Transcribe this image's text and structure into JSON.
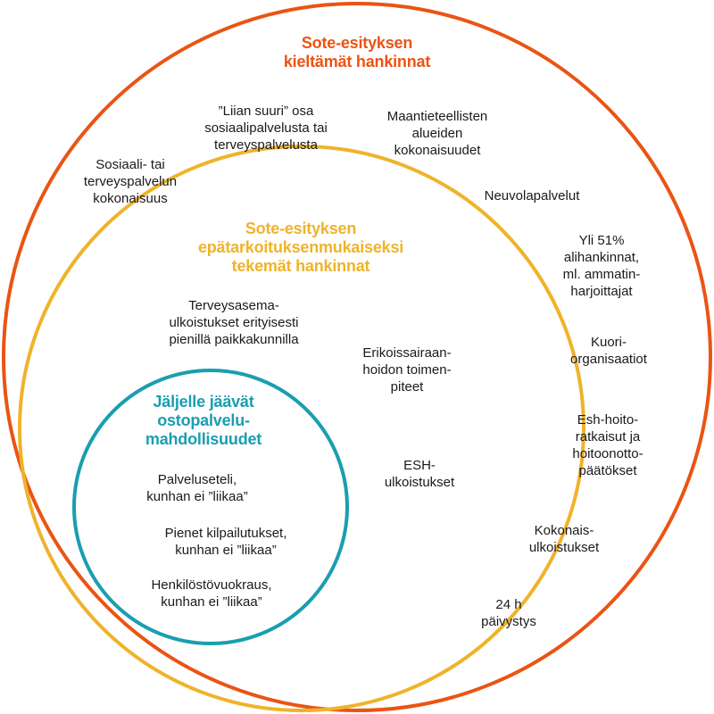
{
  "colors": {
    "outer": "#ea5414",
    "middle": "#efb32a",
    "inner": "#1a9eb0",
    "text": "#1a1a1a"
  },
  "outer": {
    "title": "Sote-esityksen\nkieltämät hankinnat",
    "items": {
      "liian_suuri": "”Liian suuri” osa\nsosiaalipalvelusta tai\nterveyspalvelusta",
      "maantieteelliset": "Maantieteellisten\nalueiden\nkokonaisuudet",
      "sosiaali_kokonaisuus": "Sosiaali- tai\nterveyspalvelun\nkokonaisuus",
      "neuvola": "Neuvolapalvelut",
      "alihankinnat": "Yli 51%\nalihankinnat,\nml. ammatin-\nharjoittajat",
      "kuori": "Kuori-\norganisaatiot",
      "esh_hoito": "Esh-hoito-\nratkaisut ja\nhoitoonotto-\npäätökset",
      "kokonais": "Kokonais-\nulkoistukset",
      "paivystys": "24 h\npäivystys"
    }
  },
  "middle": {
    "title": "Sote-esityksen\nepätarkoituksenmukaiseksi\ntekemät hankinnat",
    "items": {
      "terveysasema": "Terveysasema-\nulkoistukset erityisesti\npienillä paikkakunnilla",
      "erikoissairaan": "Erikoissairaan-\nhoidon toimen-\npiteet",
      "esh_ulkoistukset": "ESH-\nulkoistukset"
    }
  },
  "inner": {
    "title": "Jäljelle jäävät\nostopalvelu-\nmahdollisuudet",
    "items": {
      "palveluseteli": "Palveluseteli,\nkunhan ei ”liikaa”",
      "kilpailutukset": "Pienet kilpailutukset,\nkunhan ei ”liikaa”",
      "vuokraus": "Henkilöstövuokraus,\nkunhan ei ”liikaa”"
    }
  }
}
